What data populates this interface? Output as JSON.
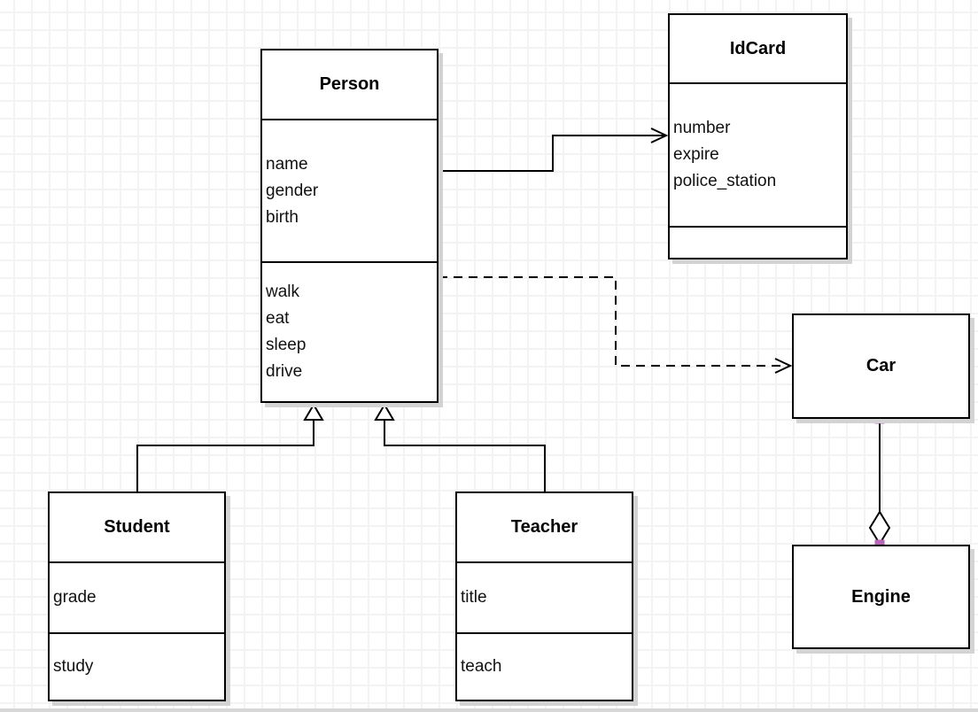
{
  "diagram": {
    "classes": {
      "person": {
        "title": "Person",
        "attributes": [
          "name",
          "gender",
          "birth"
        ],
        "methods": [
          "walk",
          "eat",
          "sleep",
          "drive"
        ]
      },
      "idcard": {
        "title": "IdCard",
        "attributes": [
          "number",
          "expire",
          "police_station"
        ],
        "methods": []
      },
      "car": {
        "title": "Car",
        "attributes": [],
        "methods": []
      },
      "engine": {
        "title": "Engine",
        "attributes": [],
        "methods": []
      },
      "student": {
        "title": "Student",
        "attributes": [
          "grade"
        ],
        "methods": [
          "study"
        ]
      },
      "teacher": {
        "title": "Teacher",
        "attributes": [
          "title"
        ],
        "methods": [
          "teach"
        ]
      }
    },
    "relations": [
      {
        "from": "Person",
        "to": "IdCard",
        "type": "association",
        "line": "solid",
        "marker": "open-arrow"
      },
      {
        "from": "Person",
        "to": "Car",
        "type": "dependency",
        "line": "dashed",
        "marker": "open-arrow"
      },
      {
        "from": "Student",
        "to": "Person",
        "type": "generalization",
        "line": "solid",
        "marker": "hollow-triangle"
      },
      {
        "from": "Teacher",
        "to": "Person",
        "type": "generalization",
        "line": "solid",
        "marker": "hollow-triangle"
      },
      {
        "from": "Car",
        "to": "Engine",
        "type": "aggregation",
        "line": "solid",
        "marker": "hollow-diamond"
      }
    ],
    "colors": {
      "line": "#000000",
      "box_border": "#000000",
      "box_fill": "#ffffff",
      "shadow": "#d3d3d3",
      "grid_line": "#f3f3f3",
      "background": "#ffffff",
      "endpoint_handle": "#b866b8"
    }
  }
}
